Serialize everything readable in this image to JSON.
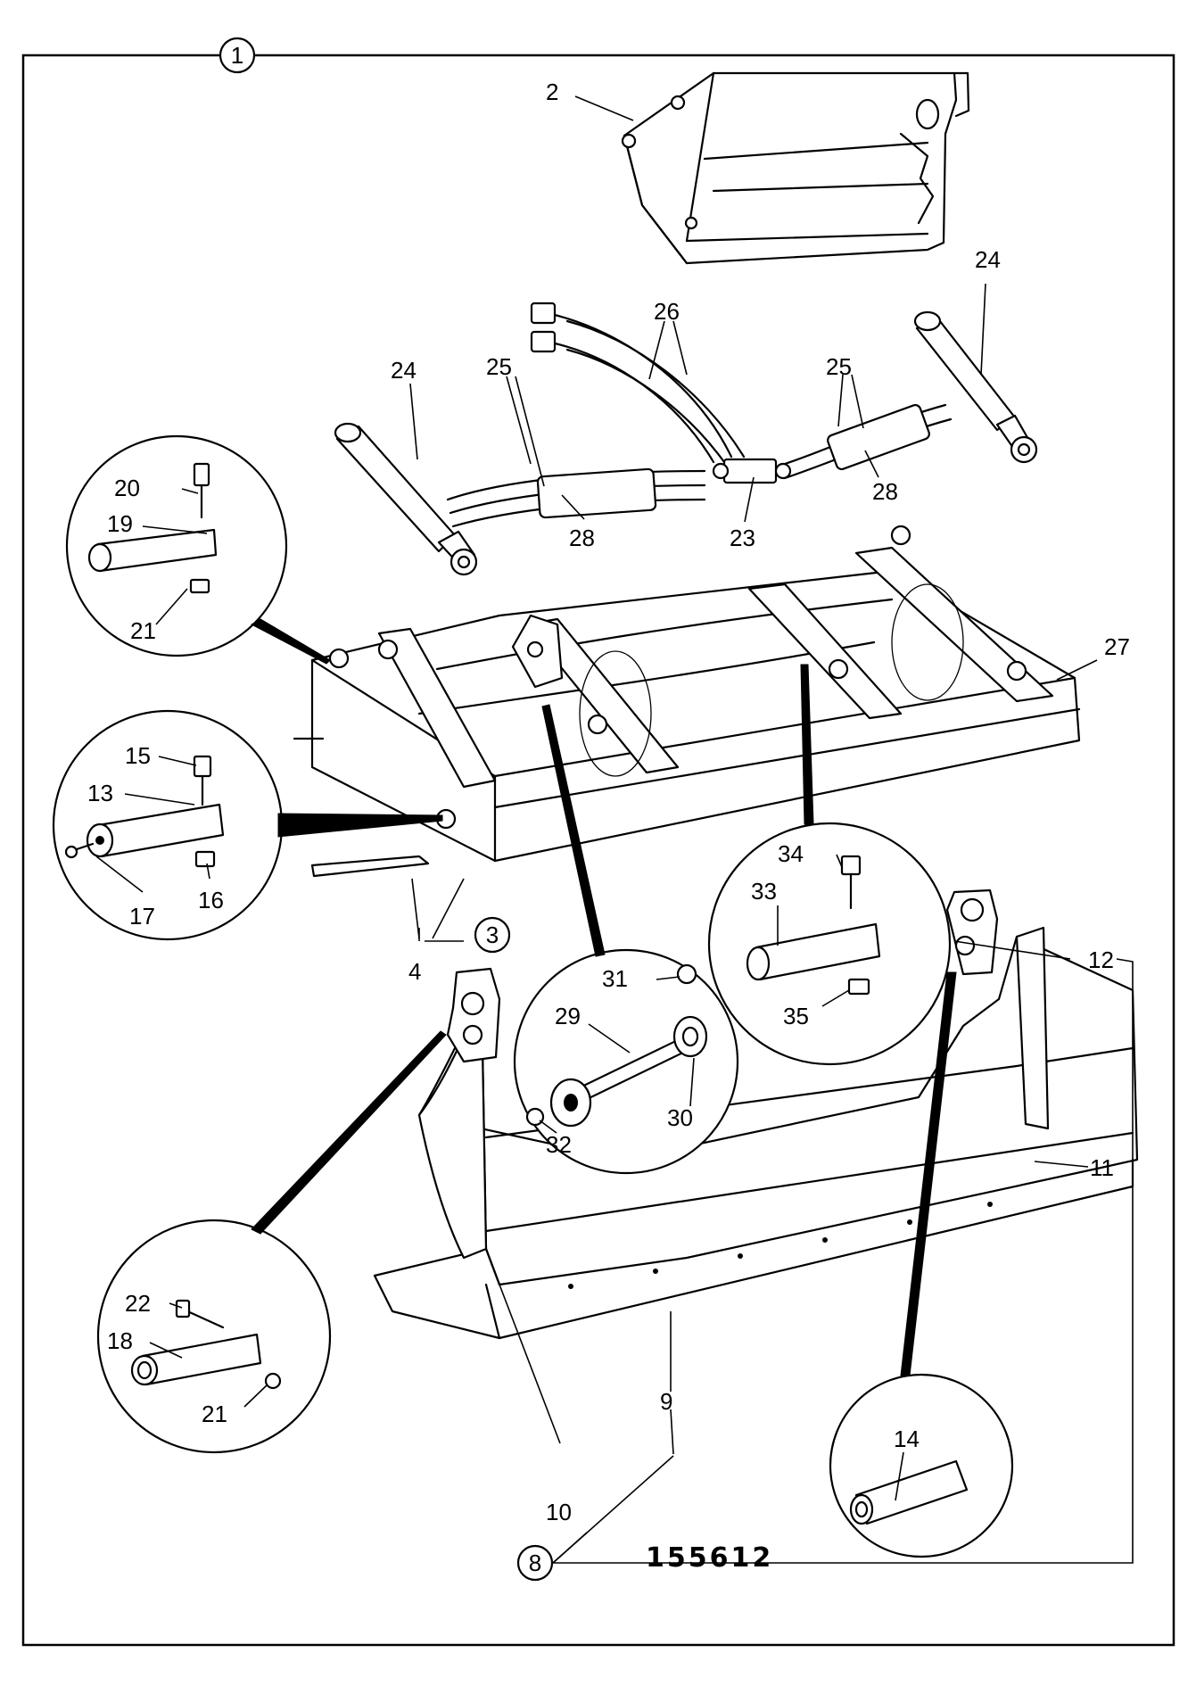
{
  "figure_number": "155612",
  "assembly_refs": {
    "loader_assembly": "1",
    "frame_group": "3",
    "bucket_group": "8"
  },
  "parts": {
    "p2": "2",
    "p4": "4",
    "p9": "9",
    "p10": "10",
    "p11": "11",
    "p12": "12",
    "p13": "13",
    "p14": "14",
    "p15": "15",
    "p16": "16",
    "p17": "17",
    "p18": "18",
    "p19": "19",
    "p20": "20",
    "p21a": "21",
    "p21b": "21",
    "p22": "22",
    "p23": "23",
    "p24a": "24",
    "p24b": "24",
    "p25a": "25",
    "p25b": "25",
    "p26": "26",
    "p27": "27",
    "p28a": "28",
    "p28b": "28",
    "p29": "29",
    "p30": "30",
    "p31": "31",
    "p32": "32",
    "p33": "33",
    "p34": "34",
    "p35": "35"
  }
}
